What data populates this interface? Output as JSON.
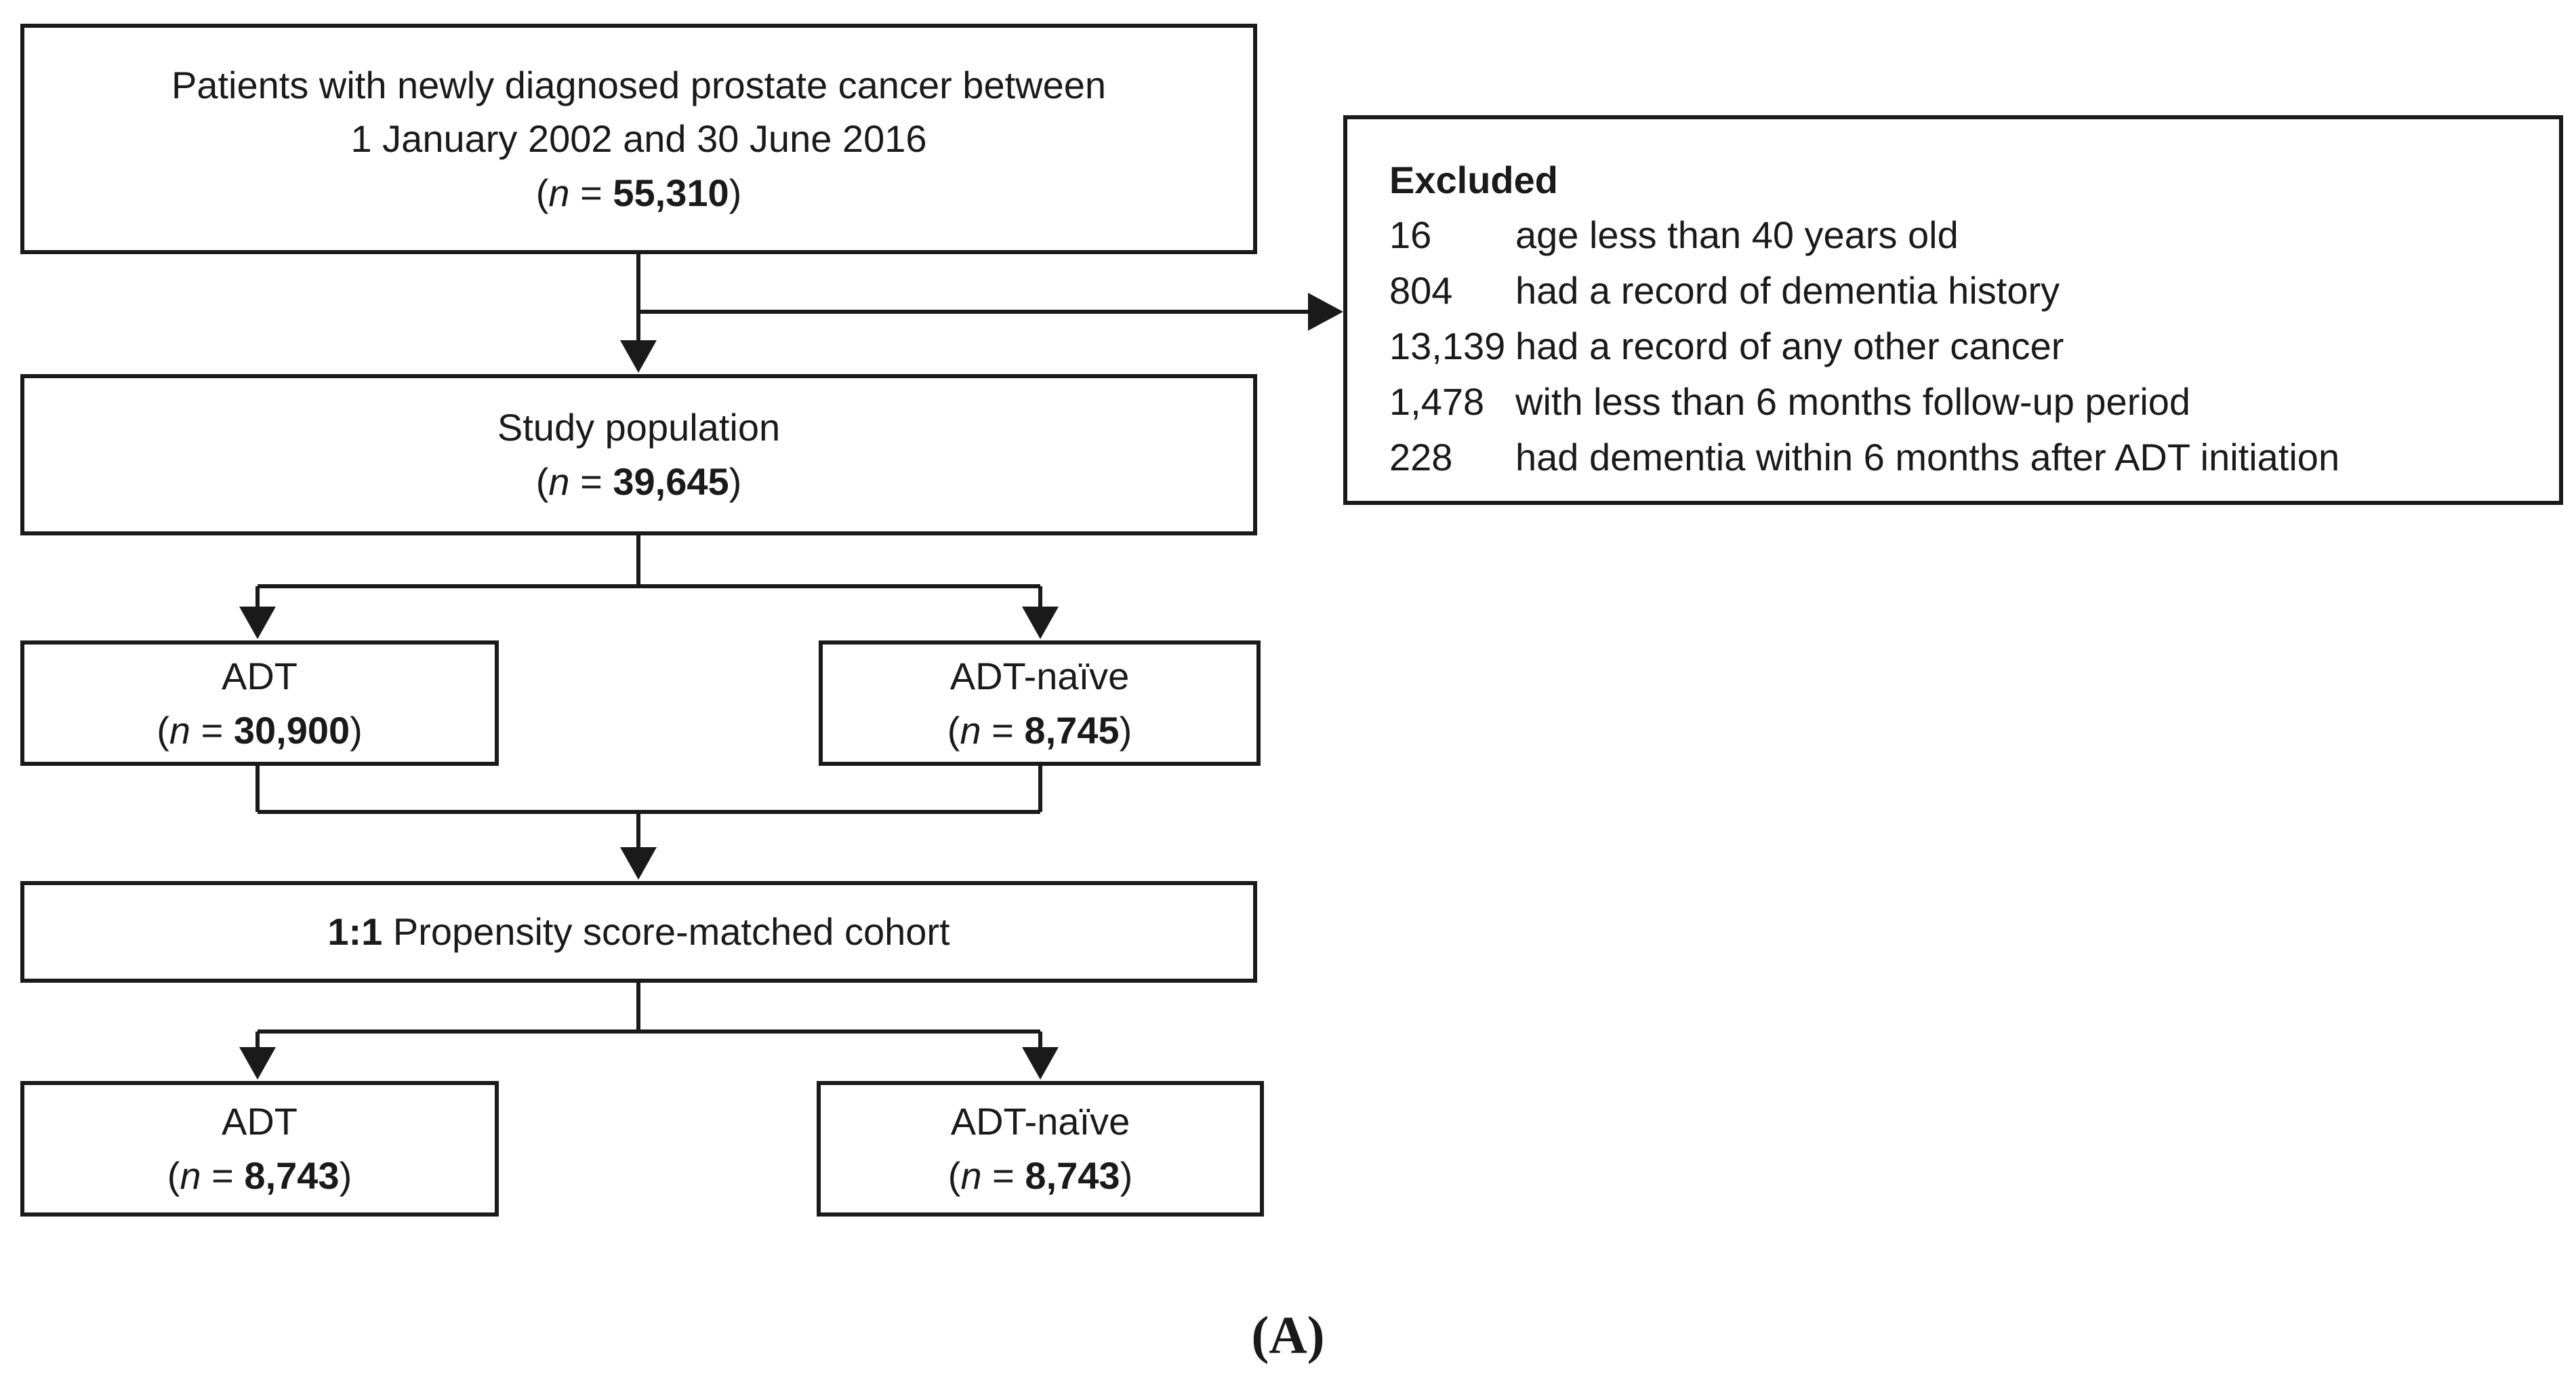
{
  "boxes": {
    "initial": {
      "line1": "Patients with newly diagnosed prostate cancer between",
      "line2": "1 January 2002  and 30 June 2016",
      "n_label": "n",
      "n_value": "55,310"
    },
    "study": {
      "label": "Study population",
      "n_label": "n",
      "n_value": "39,645"
    },
    "adt": {
      "label": "ADT",
      "n_label": "n",
      "n_value": "30,900"
    },
    "adt_naive": {
      "label": "ADT-naïve",
      "n_label": "n",
      "n_value": "8,745"
    },
    "matched": {
      "ratio": "1:1",
      "label": "Propensity score-matched cohort"
    },
    "matched_adt": {
      "label": "ADT",
      "n_label": "n",
      "n_value": "8,743"
    },
    "matched_adt_naive": {
      "label": "ADT-naïve",
      "n_label": "n",
      "n_value": "8,743"
    }
  },
  "excluded": {
    "title": "Excluded",
    "items": [
      {
        "count": "16",
        "reason": "age less than 40 years old"
      },
      {
        "count": "804",
        "reason": "had a record of dementia history"
      },
      {
        "count": "13,139",
        "reason": "had a record of any other cancer"
      },
      {
        "count": "1,478",
        "reason": "with less than 6 months follow-up period"
      },
      {
        "count": "228",
        "reason": "had dementia within 6 months after ADT initiation"
      }
    ]
  },
  "caption": "(A)"
}
